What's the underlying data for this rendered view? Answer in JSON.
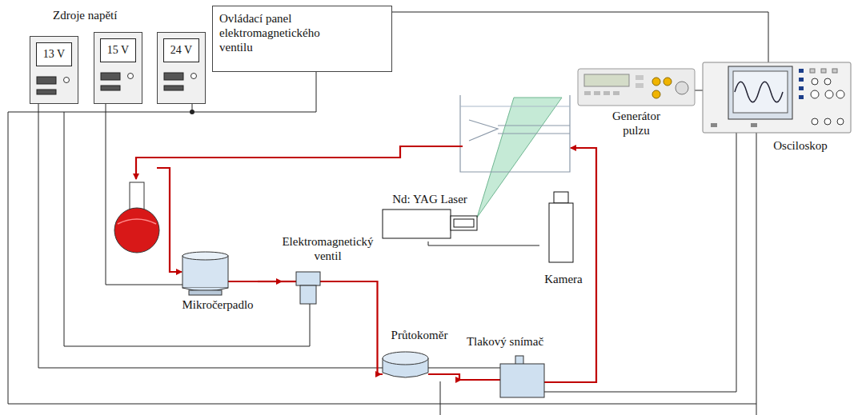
{
  "diagram": {
    "nodes": [
      {
        "text": [
          "13 V"
        ]
      },
      {
        "text": [
          "15 V"
        ]
      },
      {
        "text": [
          "24 V"
        ]
      },
      {
        "text": [
          "Ovládací panel elektromagnetického ventilu"
        ]
      },
      {
        "text": [
          "Generátor pulzu"
        ]
      },
      {
        "text": [
          "Osciloskop"
        ]
      },
      {
        "text": [
          "Nd: YAG Laser"
        ]
      },
      {
        "text": [
          "Kamera"
        ]
      },
      {
        "text": [
          "Elektromagnetický ventil"
        ]
      },
      {
        "text": [
          "Mikročerpadlo"
        ]
      },
      {
        "text": [
          "Průtokoměr"
        ]
      },
      {
        "text": [
          "Tlakový snímač"
        ]
      }
    ],
    "edges": [
      {
        "from": 9,
        "to": 8,
        "arrow": "to"
      },
      {
        "from": 8,
        "to": 10,
        "arrow": "to"
      },
      {
        "from": 10,
        "to": 11,
        "arrow": "to"
      },
      {
        "from": 4,
        "to": 5,
        "arrow": "none"
      },
      {
        "from": 6,
        "to": 7,
        "arrow": "none"
      }
    ],
    "labels": [
      "Zdroje napětí"
    ]
  }
}
